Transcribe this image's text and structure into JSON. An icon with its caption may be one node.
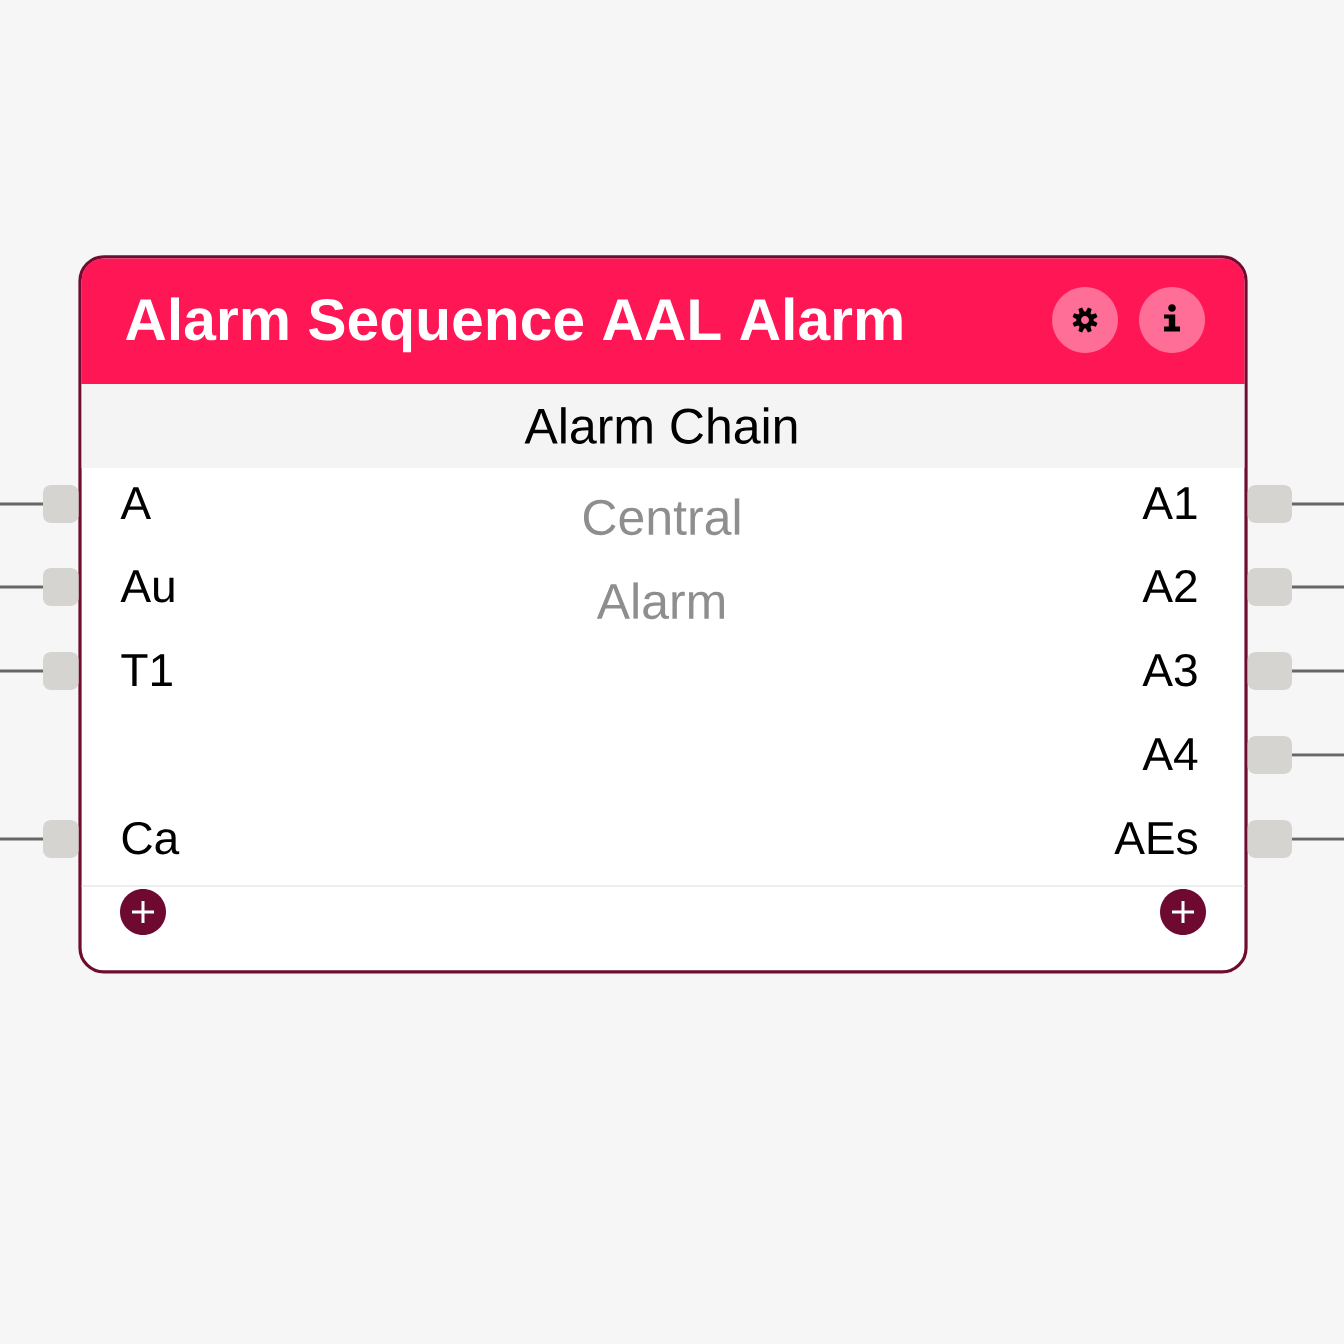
{
  "diagram": {
    "nodes": [
      {
        "text": [
          "Alarm Sequence AAL Alarm",
          "Alarm Chain",
          "Central Alarm"
        ]
      },
      {
        "text": [],
        "shape": "box"
      },
      {
        "text": [],
        "shape": "box"
      },
      {
        "text": [],
        "shape": "box"
      },
      {
        "text": [],
        "shape": "box"
      },
      {
        "text": [],
        "shape": "box"
      },
      {
        "text": [],
        "shape": "box"
      },
      {
        "text": [],
        "shape": "box"
      },
      {
        "text": [],
        "shape": "box"
      },
      {
        "text": [],
        "shape": "box"
      }
    ],
    "edges": [
      {
        "from": null,
        "to": 1,
        "arrow": "none"
      },
      {
        "from": 2,
        "to": null,
        "arrow": "none"
      },
      {
        "from": null,
        "to": 3,
        "arrow": "none"
      },
      {
        "from": 4,
        "to": null,
        "arrow": "none"
      },
      {
        "from": null,
        "to": 5,
        "arrow": "none"
      },
      {
        "from": 6,
        "to": null,
        "arrow": "none"
      },
      {
        "from": 7,
        "to": null,
        "arrow": "none"
      },
      {
        "from": null,
        "to": 8,
        "arrow": "none"
      },
      {
        "from": 9,
        "to": null,
        "arrow": "none"
      }
    ],
    "labels": [
      "A",
      "A1",
      "Au",
      "A2",
      "T1",
      "A3",
      "A4",
      "Ca",
      "AEs"
    ]
  }
}
